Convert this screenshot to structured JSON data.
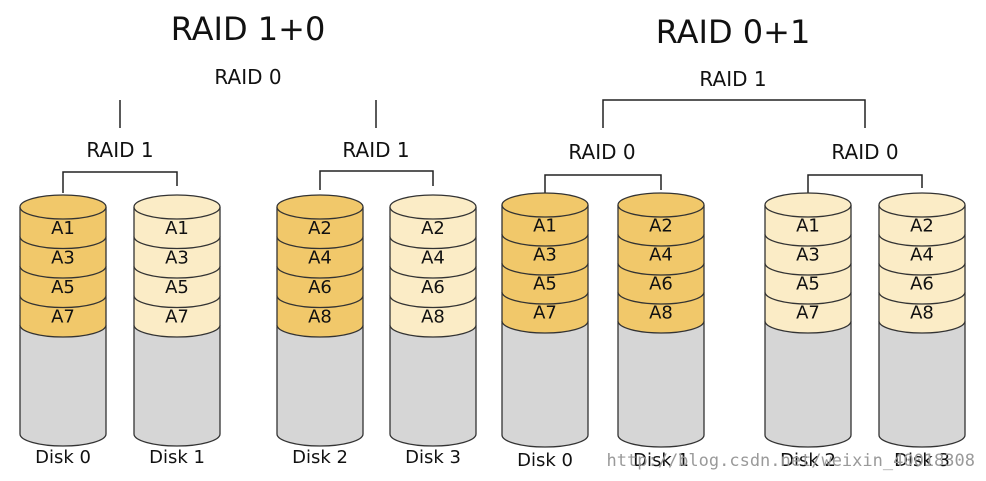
{
  "colors": {
    "primary_fill": "#f1c86a",
    "mirror_fill": "#fbecc6",
    "empty_fill": "#d6d6d6",
    "stroke": "#333333",
    "connector": "#222222",
    "watermark": "#9a9a9a"
  },
  "raid10": {
    "title": "RAID 1+0",
    "top_label": "RAID 0",
    "groups": [
      {
        "label": "RAID 1",
        "disks": [
          {
            "name": "Disk 0",
            "style": "primary",
            "segments": [
              "A1",
              "A3",
              "A5",
              "A7"
            ]
          },
          {
            "name": "Disk 1",
            "style": "mirror",
            "segments": [
              "A1",
              "A3",
              "A5",
              "A7"
            ]
          }
        ]
      },
      {
        "label": "RAID 1",
        "disks": [
          {
            "name": "Disk 2",
            "style": "primary",
            "segments": [
              "A2",
              "A4",
              "A6",
              "A8"
            ]
          },
          {
            "name": "Disk 3",
            "style": "mirror",
            "segments": [
              "A2",
              "A4",
              "A6",
              "A8"
            ]
          }
        ]
      }
    ]
  },
  "raid01": {
    "title": "RAID 0+1",
    "top_label": "RAID 1",
    "groups": [
      {
        "label": "RAID 0",
        "disks": [
          {
            "name": "Disk 0",
            "style": "primary",
            "segments": [
              "A1",
              "A3",
              "A5",
              "A7"
            ]
          },
          {
            "name": "Disk 1",
            "style": "primary",
            "segments": [
              "A2",
              "A4",
              "A6",
              "A8"
            ]
          }
        ]
      },
      {
        "label": "RAID 0",
        "disks": [
          {
            "name": "Disk 2",
            "style": "mirror",
            "segments": [
              "A1",
              "A3",
              "A5",
              "A7"
            ]
          },
          {
            "name": "Disk 3",
            "style": "mirror",
            "segments": [
              "A2",
              "A4",
              "A6",
              "A8"
            ]
          }
        ]
      }
    ]
  },
  "watermark": "http://blog.csdn.net/weixin_40018308"
}
